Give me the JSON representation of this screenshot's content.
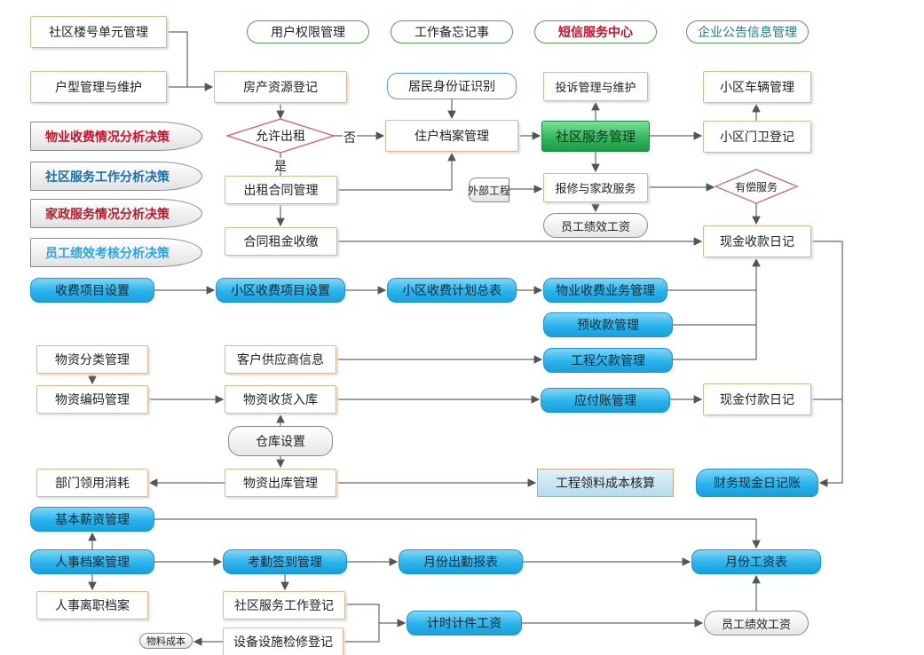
{
  "nodes": {
    "building_unit": "社区楼号单元管理",
    "house_type": "户型管理与维护",
    "user_perm": "用户权限管理",
    "work_memo": "工作备忘记事",
    "sms_center": "短信服务中心",
    "notice": "企业公告信息管理",
    "property_reg": "房产资源登记",
    "id_recog": "居民身份证识别",
    "complaint": "投诉管理与维护",
    "vehicle": "小区车辆管理",
    "dec_fee": "物业收费情况分析决策",
    "dec_service": "社区服务工作分析决策",
    "dec_house": "家政服务情况分析决策",
    "dec_staff": "员工绩效考核分析决策",
    "allow_rent": "允许出租",
    "no": "否",
    "yes": "是",
    "resident_file": "住户档案管理",
    "community_service": "社区服务管理",
    "guard": "小区门卫登记",
    "rent_contract": "出租合同管理",
    "external": "外部工程",
    "repair": "报修与家政服务",
    "paid_service": "有偿服务",
    "perf_pay_1": "员工绩效工资",
    "rent_collect": "合同租金收缴",
    "cash_receipt": "现金收款日记",
    "fee_item": "收费项目设置",
    "area_fee_item": "小区收费项目设置",
    "fee_plan": "小区收费计划总表",
    "fee_business": "物业收费业务管理",
    "prepay": "预收款管理",
    "mat_class": "物资分类管理",
    "supplier": "客户供应商信息",
    "proj_debt": "工程欠款管理",
    "mat_code": "物资编码管理",
    "mat_in": "物资收货入库",
    "payable": "应付账管理",
    "cash_pay": "现金付款日记",
    "warehouse": "仓库设置",
    "dept_use": "部门领用消耗",
    "mat_out": "物资出库管理",
    "proj_cost": "工程领料成本核算",
    "fin_cash": "财务现金日记账",
    "base_salary": "基本薪资管理",
    "hr_file": "人事档案管理",
    "attendance": "考勤签到管理",
    "month_att": "月份出勤报表",
    "month_salary": "月份工资表",
    "hr_leave": "人事离职档案",
    "service_reg": "社区服务工作登记",
    "piece_pay": "计时计件工资",
    "perf_pay_2": "员工绩效工资",
    "mat_cost": "物料成本",
    "equip_repair": "设备设施检修登记"
  },
  "colors": {
    "red": "#c8102e",
    "blue": "#1a6fa8",
    "lightblue": "#2aa7d8",
    "teal": "#1f7a8c",
    "line": "#666666"
  }
}
